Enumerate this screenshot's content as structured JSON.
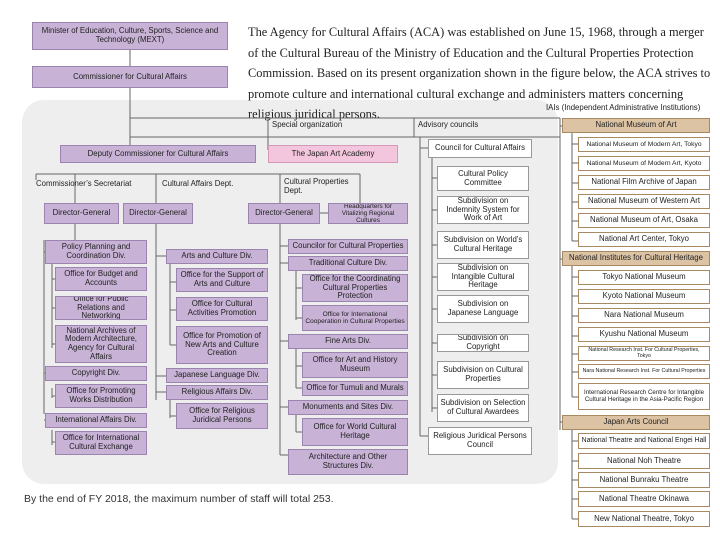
{
  "intro_text": "The Agency for Cultural Affairs (ACA) was established on June 15, 1968, through a merger of the Cultural Bureau of the Ministry of Education and the Cultural Properties Protection Commission. Based on its present organization shown in the figure below, the ACA strives to promote culture and international cultural exchange and administers matters concerning religious juridical persons.",
  "footer_note": "By the end of FY 2018, the maximum number of staff will total 253.",
  "labels": {
    "special": "Special organization",
    "advisory": "Advisory councils",
    "iais": "IAIs (Independent Administrative Institutions)",
    "secretariat": "Commissioner’s Secretariat",
    "culture_dept": "Cultural Affairs Dept.",
    "properties_dept": "Cultural Properties Dept."
  },
  "top": {
    "minister": "Minister of Education, Culture, Sports, Science and Technology (MEXT)",
    "commissioner": "Commissioner for Cultural Affairs",
    "deputy": "Deputy Commissioner for Cultural Affairs",
    "academy": "The Japan Art Academy"
  },
  "directors": {
    "dg1": "Director-General",
    "dg2": "Director-General",
    "dg3": "Director-General",
    "hq": "Headquarters for Vitalizing Regional Cultures"
  },
  "secretariat": {
    "planning": "Policy Planning and Coordination Div.",
    "budget": "Office for Budget and Accounts",
    "pr": "Office for Public Relations and Networking",
    "archives": "National Archives of Modern Architecture, Agency for Cultural Affairs",
    "copyright": "Copyright Div.",
    "works": "Office for Promoting Works Distribution",
    "intl": "International Affairs Div.",
    "intl_exchange": "Office for International Cultural Exchange"
  },
  "culture": {
    "arts_div": "Arts and Culture Div.",
    "support": "Office for the Support of Arts and Culture",
    "activities": "Office for Cultural Activities Promotion",
    "new_arts": "Office for Promotion of New Arts and Culture Creation",
    "language": "Japanese Language Div.",
    "religious": "Religious Affairs Div.",
    "religious_office": "Office for Religious Juridical Persons"
  },
  "properties": {
    "councilor": "Councilor for Cultural Properties",
    "traditional": "Traditional Culture Div.",
    "coordinating": "Office for the Coordinating Cultural Properties Protection",
    "intl_coop": "Office for International Cooperation in Cultural Properties",
    "fine_arts": "Fine Arts Div.",
    "art_history": "Office for Art and History Museum",
    "tumuli": "Office for Tumuli and Murals",
    "monuments": "Monuments and Sites Div.",
    "world": "Office for World Cultural Heritage",
    "architecture": "Architecture and Other Structures Div."
  },
  "advisory": {
    "council": "Council for Cultural Affairs",
    "items": [
      "Cultural Policy Committee",
      "Subdivision on Indemnity System for Work of Art",
      "Subdivision on World’s Cultural Heritage",
      "Subdivision on Intangible Cultural Heritage",
      "Subdivision on Japanese Language",
      "Subdivision on Copyright",
      "Subdivision on Cultural Properties",
      "Subdivision on Selection of Cultural Awardees"
    ],
    "religious": "Religious Juridical Persons Council"
  },
  "iais": {
    "museum_of_art": "National Museum of Art",
    "art_items": [
      "National Museum of Modern Art, Tokyo",
      "National Museum of Modern Art, Kyoto",
      "National Film Archive of Japan",
      "National Museum of Western Art",
      "National Museum of Art, Osaka",
      "National Art Center, Tokyo"
    ],
    "heritage": "National Institutes for Cultural Heritage",
    "heritage_items": [
      "Tokyo National Museum",
      "Kyoto National Museum",
      "Nara National Museum",
      "Kyushu National Museum",
      "National Research Inst. For Cultural Properties, Tokyo",
      "Nara National Research Inst. For Cultural Properties",
      "International Research Centre for Intangible Cultural Heritage in the Asia-Pacific Region"
    ],
    "arts_council": "Japan Arts Council",
    "council_items": [
      "National Theatre and National Engei Hall",
      "National Noh Theatre",
      "National Bunraku Theatre",
      "National Theatre Okinawa",
      "New National Theatre, Tokyo"
    ]
  }
}
